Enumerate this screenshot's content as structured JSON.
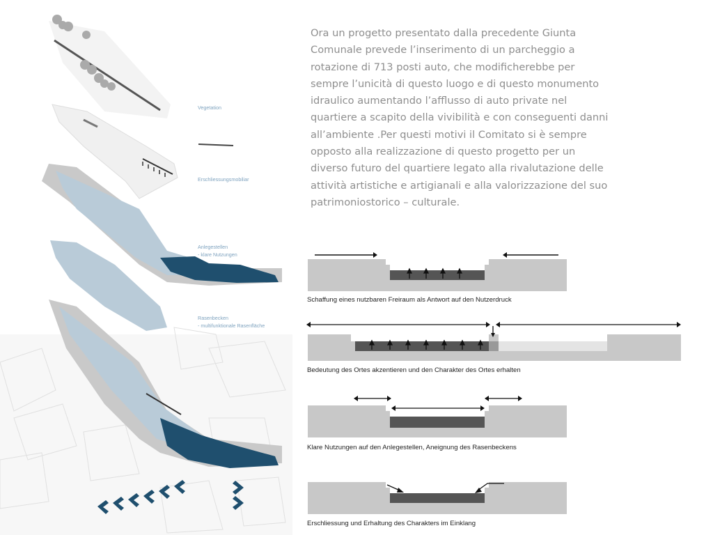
{
  "intro_text": "Ora un progetto presentato dalla precedente Giunta Comunale prevede l’inserimento di un parcheggio a rotazione di 713 posti auto, che modificherebbe per sempre l’unicità di questo luogo e di questo monumento idraulico aumentando l’afflusso di auto private nel quartiere a scapito della vivibilità e con conseguenti danni all’ambiente .Per questi motivi il Comitato si è sempre opposto alla realizzazione di questo progetto per un diverso futuro del quartiere legato alla rivalutazione delle attività artistiche e artigianali e alla valorizzazione del suo patrimoniostorico – culturale.",
  "axonometric": {
    "layers": [
      {
        "line1": "Vegetation",
        "line2": ""
      },
      {
        "line1": "Erschliessungsmobiliar",
        "line2": ""
      },
      {
        "line1": "Anlegestellen",
        "line2": "- klare Nutzungen"
      },
      {
        "line1": "Rasenbecken",
        "line2": "- multifunktionale Rasenfläche"
      }
    ]
  },
  "sections": [
    {
      "caption": "Schaffung eines nutzbaren Freiraum als Antwort auf den Nutzerdruck"
    },
    {
      "caption": "Bedeutung des Ortes akzentieren und den Charakter des Ortes erhalten"
    },
    {
      "caption": "Klare Nutzungen auf den Anlegestellen, Aneignung des Rasenbeckens"
    },
    {
      "caption": "Erschliessung und Erhaltung des Charakters im Einklang"
    }
  ],
  "colors": {
    "ground": "#c8c8c8",
    "basin_dark": "#555555",
    "water_blue": "#1f4f6e",
    "light_blue": "#b9cbd8",
    "label_blue": "#7fa3bf",
    "text_gray": "#8e8e8e"
  }
}
